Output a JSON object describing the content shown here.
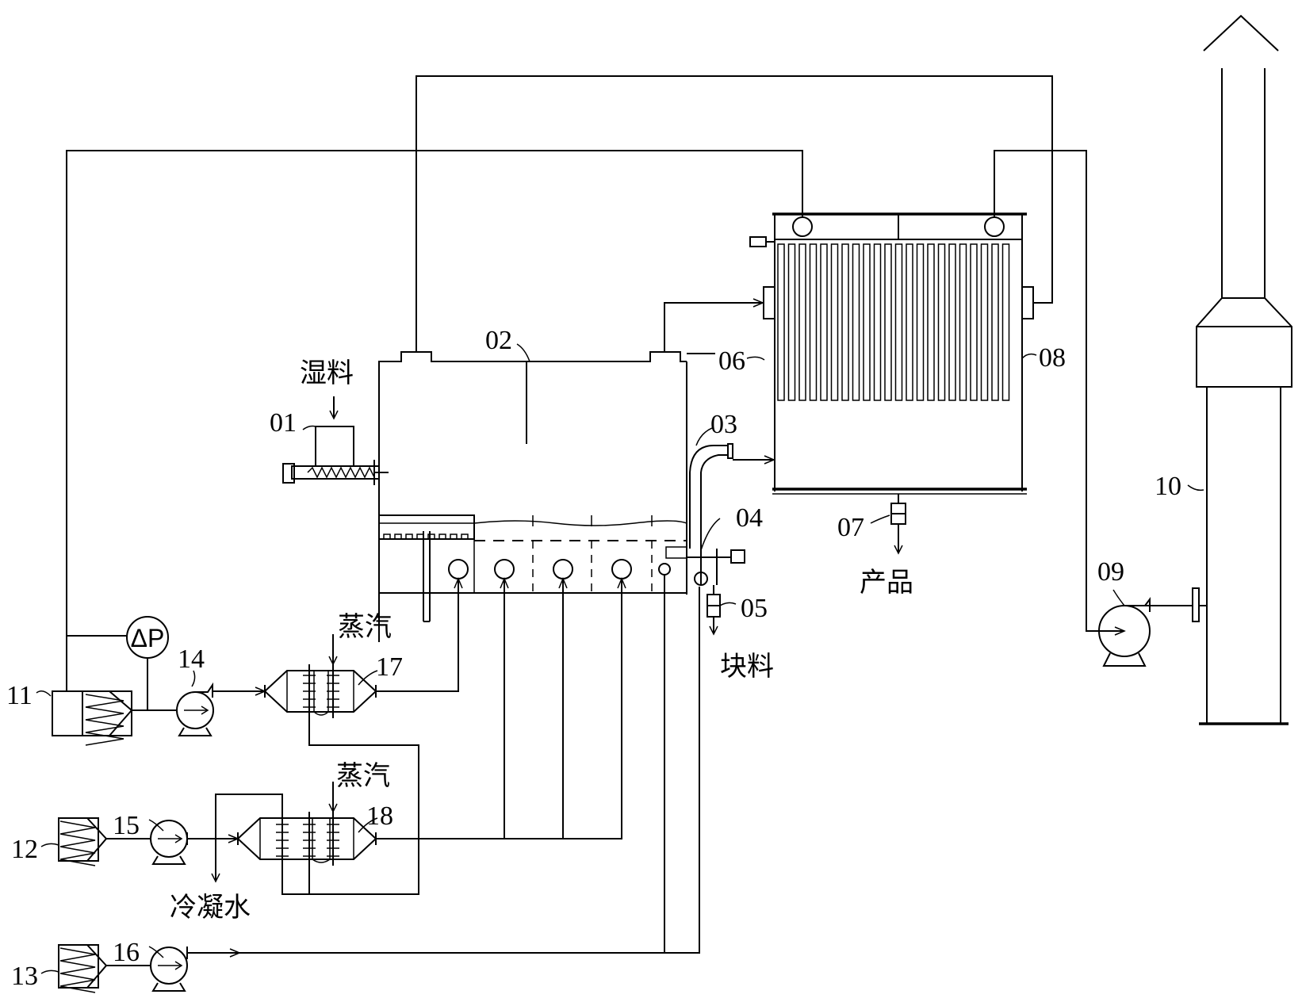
{
  "labels": {
    "n01": "01",
    "n02": "02",
    "n03": "03",
    "n04": "04",
    "n05": "05",
    "n06": "06",
    "n07": "07",
    "n08": "08",
    "n09": "09",
    "n10": "10",
    "n11": "11",
    "n12": "12",
    "n13": "13",
    "n14": "14",
    "n15": "15",
    "n16": "16",
    "n17": "17",
    "n18": "18"
  },
  "text": {
    "wet_material": "湿料",
    "product": "产品",
    "lump_material": "块料",
    "steam_1": "蒸汽",
    "steam_2": "蒸汽",
    "condensate": "冷凝水",
    "delta_p": "ΔP"
  }
}
